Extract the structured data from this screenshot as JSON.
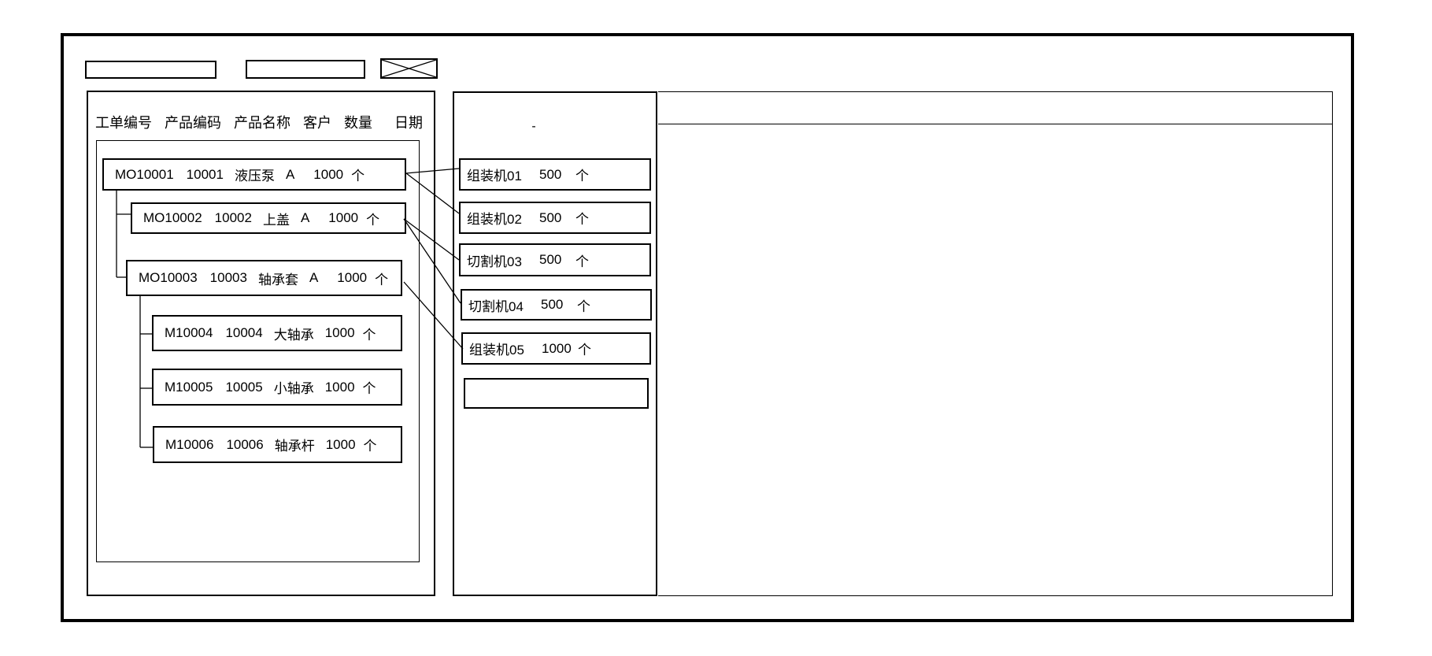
{
  "colors": {
    "ink": "#000000",
    "background": "#ffffff"
  },
  "toolbar": {
    "field1_value": "",
    "field2_value": ""
  },
  "orders_panel": {
    "headers": [
      "工单编号",
      "产品编码",
      "产品名称",
      "客户",
      "数量",
      "日期"
    ],
    "nodes": [
      {
        "order_no": "MO10001",
        "product_code": "10001",
        "product_name": "液压泵",
        "customer": "A",
        "qty": "1000",
        "unit": "个"
      },
      {
        "order_no": "MO10002",
        "product_code": "10002",
        "product_name": "上盖",
        "customer": "A",
        "qty": "1000",
        "unit": "个"
      },
      {
        "order_no": "MO10003",
        "product_code": "10003",
        "product_name": "轴承套",
        "customer": "A",
        "qty": "1000",
        "unit": "个"
      },
      {
        "order_no": "M10004",
        "product_code": "10004",
        "product_name": "大轴承",
        "customer": "",
        "qty": "1000",
        "unit": "个"
      },
      {
        "order_no": "M10005",
        "product_code": "10005",
        "product_name": "小轴承",
        "customer": "",
        "qty": "1000",
        "unit": "个"
      },
      {
        "order_no": "M10006",
        "product_code": "10006",
        "product_name": "轴承杆",
        "customer": "",
        "qty": "1000",
        "unit": "个"
      }
    ]
  },
  "machines_panel": {
    "stray_mark": "-",
    "machines": [
      {
        "name": "组装机01",
        "qty": "500",
        "unit": "个"
      },
      {
        "name": "组装机02",
        "qty": "500",
        "unit": "个"
      },
      {
        "name": "切割机03",
        "qty": "500",
        "unit": "个"
      },
      {
        "name": "切割机04",
        "qty": "500",
        "unit": "个"
      },
      {
        "name": "组装机05",
        "qty": "1000",
        "unit": "个"
      },
      {
        "name": "",
        "qty": "",
        "unit": ""
      }
    ]
  },
  "detail_panel": {
    "content": ""
  }
}
